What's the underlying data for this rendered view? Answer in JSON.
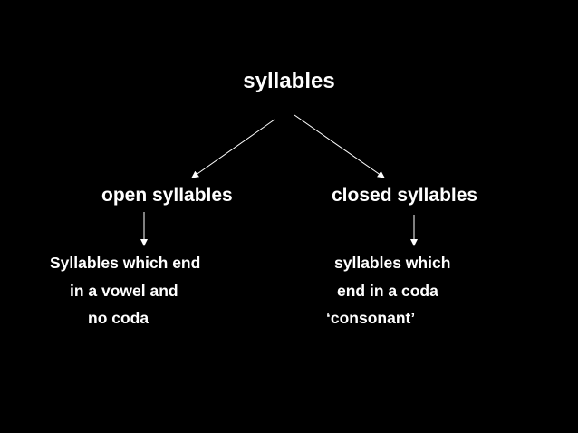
{
  "diagram": {
    "title": "syllables",
    "left": {
      "heading": "open syllables",
      "description_lines": [
        "Syllables which end",
        "in a vowel and",
        "no coda"
      ]
    },
    "right": {
      "heading": "closed syllables",
      "description_lines": [
        "syllables which",
        "end in a coda",
        "‘consonant’"
      ]
    }
  },
  "colors": {
    "background": "#000000",
    "text": "#ffffff",
    "arrow": "#ffffff"
  }
}
